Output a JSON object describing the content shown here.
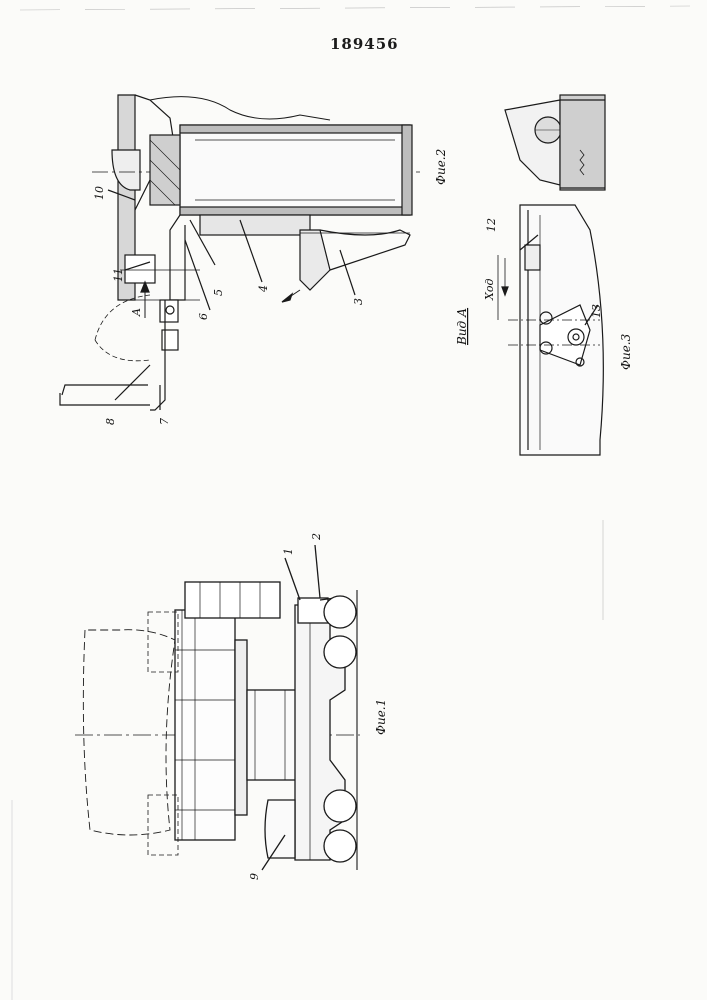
{
  "document": {
    "patent_number": "189456"
  },
  "figures": {
    "fig1": {
      "caption": "Фие.1",
      "callouts": [
        "1",
        "2",
        "9"
      ]
    },
    "fig2": {
      "caption": "Фие.2",
      "callouts": [
        "3",
        "4",
        "5",
        "6",
        "7",
        "8",
        "10",
        "11"
      ],
      "view_marker": "A"
    },
    "fig3": {
      "caption": "Фие.3",
      "callouts": [
        "12",
        "13"
      ],
      "view_label": "Вид А",
      "stroke_label": "Ход"
    }
  },
  "colors": {
    "ink": "#1a1a1a",
    "paper": "#fbfbf9"
  }
}
